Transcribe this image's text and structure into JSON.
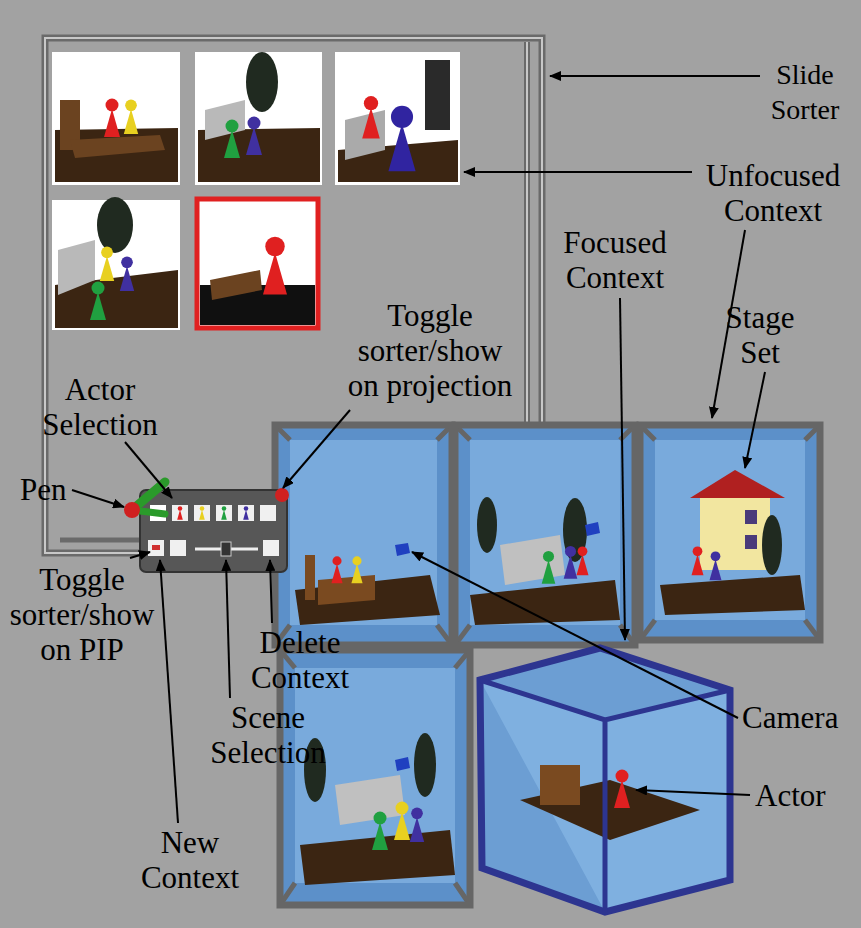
{
  "diagram": {
    "labels": [
      "Slide Sorter",
      "Unfocused Context",
      "Focused Context",
      "Toggle sorter/show on projection",
      "Stage Set",
      "Actor Selection",
      "Pen",
      "Toggle sorter/show on PIP",
      "Delete Context",
      "Camera",
      "Scene Selection",
      "Actor",
      "New Context"
    ]
  }
}
